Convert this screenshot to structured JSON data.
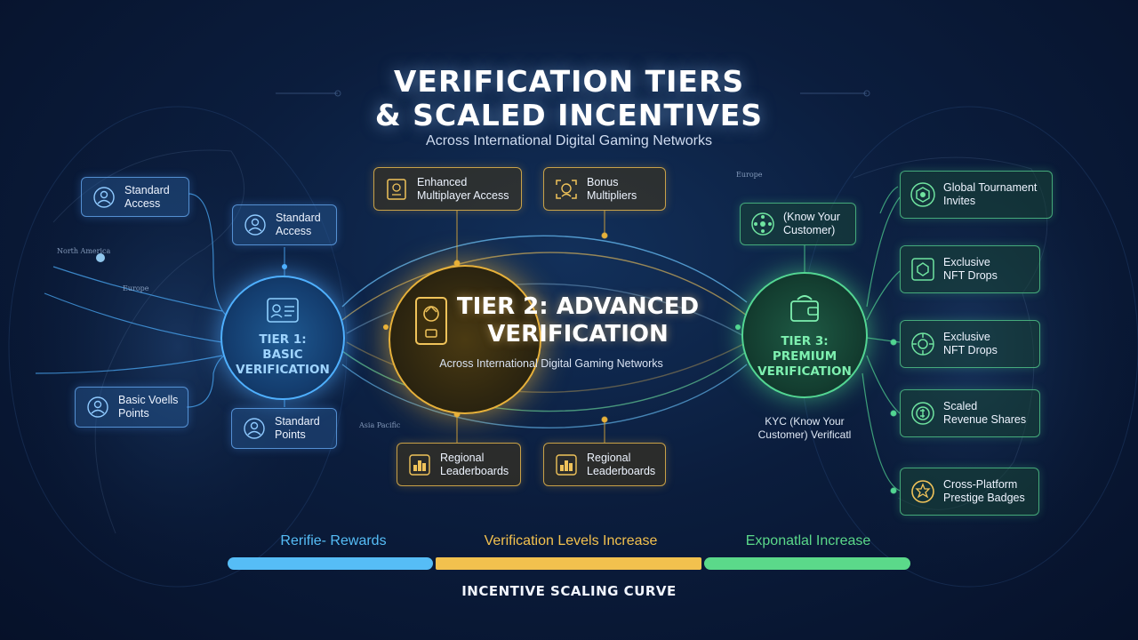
{
  "title": {
    "line1": "VERIFICATION TIERS",
    "line2": "& SCALED INCENTIVES",
    "subtitle": "Across International Digital Gaming Networks"
  },
  "map_labels": [
    "North America",
    "Europe",
    "Asia Pacific",
    "Europe"
  ],
  "tier1": {
    "label": "TIER 1:\nBASIC\nVERIFICATION",
    "cards": [
      {
        "label": "Standard\nAccess",
        "icon": "user-icon"
      },
      {
        "label": "Standard\nAccess",
        "icon": "user-icon"
      },
      {
        "label": "Basic Voells\nPoints",
        "icon": "user-icon"
      },
      {
        "label": "Standard\nPoints",
        "icon": "user-icon"
      }
    ]
  },
  "tier2": {
    "label": "TIER 2: ADVANCED\nVERIFICATION",
    "caption": "Across International Digital Gaming Networks",
    "cards": [
      {
        "label": "Enhanced\nMultiplayer Access",
        "icon": "passport-icon"
      },
      {
        "label": "Bonus\nMultipliers",
        "icon": "face-scan-icon"
      },
      {
        "label": "Regional\nLeaderboards",
        "icon": "leaderboard-icon"
      },
      {
        "label": "Regional\nLeaderboards",
        "icon": "leaderboard-icon"
      }
    ]
  },
  "tier3": {
    "label": "TIER 3:\nPREMIUM\nVERIFICATION",
    "kyc_card": {
      "label": "(Know Your\nCustomer)",
      "icon": "network-icon"
    },
    "kyc_note": "KYC (Know Your\nCustomer) Verificatl",
    "cards": [
      {
        "label": "Global Tournament\nInvites",
        "icon": "tournament-icon"
      },
      {
        "label": "Exclusive\nNFT Drops",
        "icon": "nft-icon"
      },
      {
        "label": "Exclusive\nNFT Drops",
        "icon": "nft-icon"
      },
      {
        "label": "Scaled\nRevenue Shares",
        "icon": "revenue-icon"
      },
      {
        "label": "Cross-Platform\nPrestige Badges",
        "icon": "badge-icon"
      }
    ]
  },
  "curve": {
    "segments": [
      {
        "label": "Rerifie- Rewards",
        "color": "#56bdf6"
      },
      {
        "label": "Verification Levels Increase",
        "color": "#f2c14e"
      },
      {
        "label": "Exponatlal Increase",
        "color": "#5bd98a"
      }
    ],
    "title": "INCENTIVE SCALING CURVE"
  },
  "colors": {
    "tier1": "#4fb0ff",
    "tier2": "#e7b13a",
    "tier3": "#53d693"
  }
}
